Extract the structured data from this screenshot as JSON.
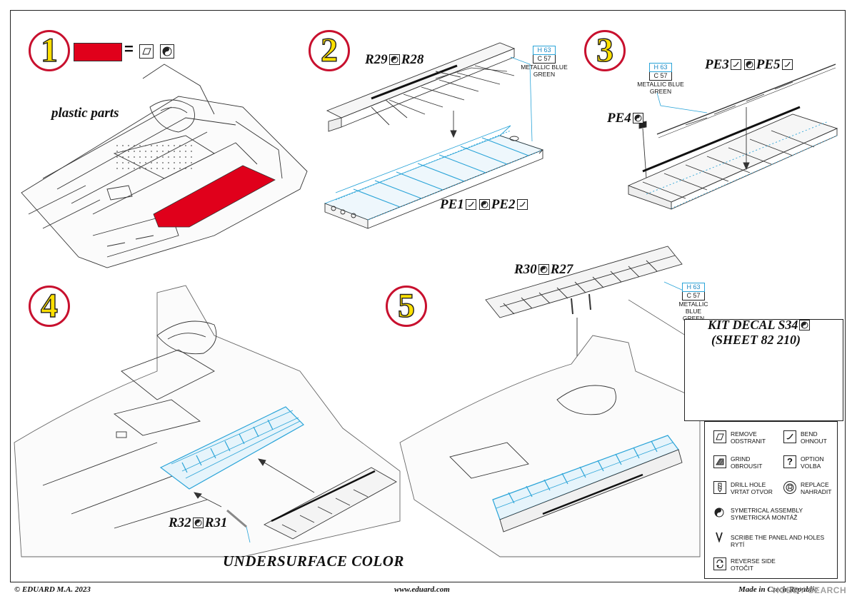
{
  "steps": [
    {
      "number": "1"
    },
    {
      "number": "2"
    },
    {
      "number": "3"
    },
    {
      "number": "4"
    },
    {
      "number": "5"
    }
  ],
  "step1": {
    "equals_sign": "=",
    "caption": "plastic parts",
    "fill_color": "#e0001b"
  },
  "step2": {
    "label_top": "R29",
    "label_top_b": "R28",
    "label_bottom": "PE1",
    "label_bottom_b": "PE2",
    "paint": {
      "code1": "H 63",
      "code2": "C 57",
      "name_line1": "METALLIC BLUE",
      "name_line2": "GREEN"
    }
  },
  "step3": {
    "label_top": "PE3",
    "label_top_b": "PE5",
    "label_side": "PE4",
    "paint": {
      "code1": "H 63",
      "code2": "C 57",
      "name_line1": "METALLIC BLUE",
      "name_line2": "GREEN"
    }
  },
  "step4": {
    "label": "R32",
    "label_b": "R31",
    "caption": "UNDERSURFACE COLOR"
  },
  "step5": {
    "label": "R30",
    "label_b": "R27",
    "paint": {
      "code1": "H 63",
      "code2": "C 57",
      "name_line1": "METALLIC BLUE",
      "name_line2": "GREEN"
    },
    "decal_line1": "KIT DECAL S34",
    "decal_line2": "(SHEET 82 210)"
  },
  "legend": [
    {
      "icon": "remove-icon",
      "line1": "REMOVE",
      "line2": "ODSTRANIT"
    },
    {
      "icon": "bend-icon",
      "line1": "BEND",
      "line2": "OHNOUT"
    },
    {
      "icon": "grind-icon",
      "line1": "GRIND",
      "line2": "OBROUSIT"
    },
    {
      "icon": "option-icon",
      "line1": "OPTION",
      "line2": "VOLBA"
    },
    {
      "icon": "drill-hole-icon",
      "line1": "DRILL HOLE",
      "line2": "VRTAT OTVOR"
    },
    {
      "icon": "replace-icon",
      "line1": "REPLACE",
      "line2": "NAHRADIT"
    },
    {
      "icon": "symmetrical-assembly-icon",
      "line1": "SYMETRICAL ASSEMBLY",
      "line2": "SYMETRICKÁ MONTÁŽ"
    },
    {
      "icon": "scribe-icon",
      "line1": "SCRIBE THE PANEL AND HOLES",
      "line2": "RYTÍ"
    },
    {
      "icon": "reverse-side-icon",
      "line1": "REVERSE SIDE",
      "line2": "OTOČIT"
    }
  ],
  "legend_glyphs": {
    "option": "?"
  },
  "footer": {
    "left": "© EDUARD  M.A. 2023",
    "center": "www.eduard.com",
    "right": "Made in Czech Republic"
  },
  "watermark": "HOBBY SEARCH",
  "colors": {
    "step_circle": "#c8102e",
    "step_digit": "#ffe000",
    "pe_highlight": "#2aa4d8",
    "red_part": "#e0001b"
  }
}
